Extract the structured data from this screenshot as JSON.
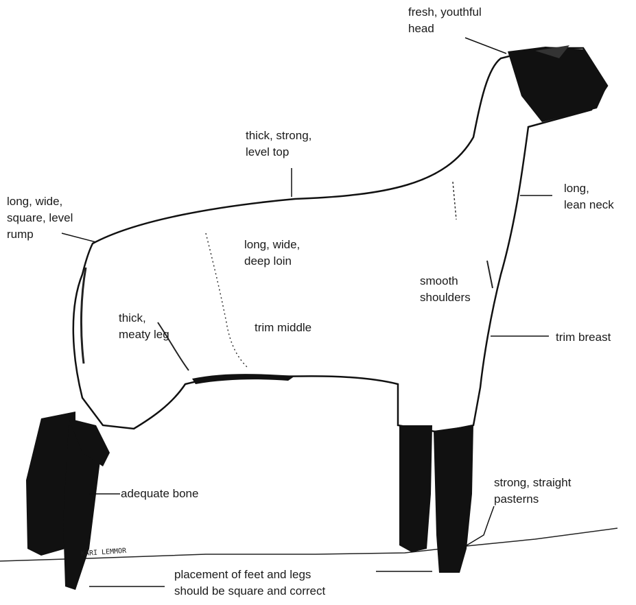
{
  "labels": {
    "head": "fresh, youthful\nhead",
    "top": "thick, strong,\nlevel top",
    "rump": "long, wide,\nsquare, level\nrump",
    "neck": "long,\nlean neck",
    "loin": "long, wide,\ndeep loin",
    "shoulders": "smooth\nshoulders",
    "leg": "thick,\nmeaty leg",
    "middle": "trim middle",
    "breast": "trim breast",
    "bone": "adequate bone",
    "pasterns": "strong, straight\npasterns",
    "placement": "placement of feet and legs\nshould be square and correct",
    "signature": "KARI LEMMOR"
  },
  "colors": {
    "ink": "#1a1a1a",
    "background": "#ffffff"
  }
}
